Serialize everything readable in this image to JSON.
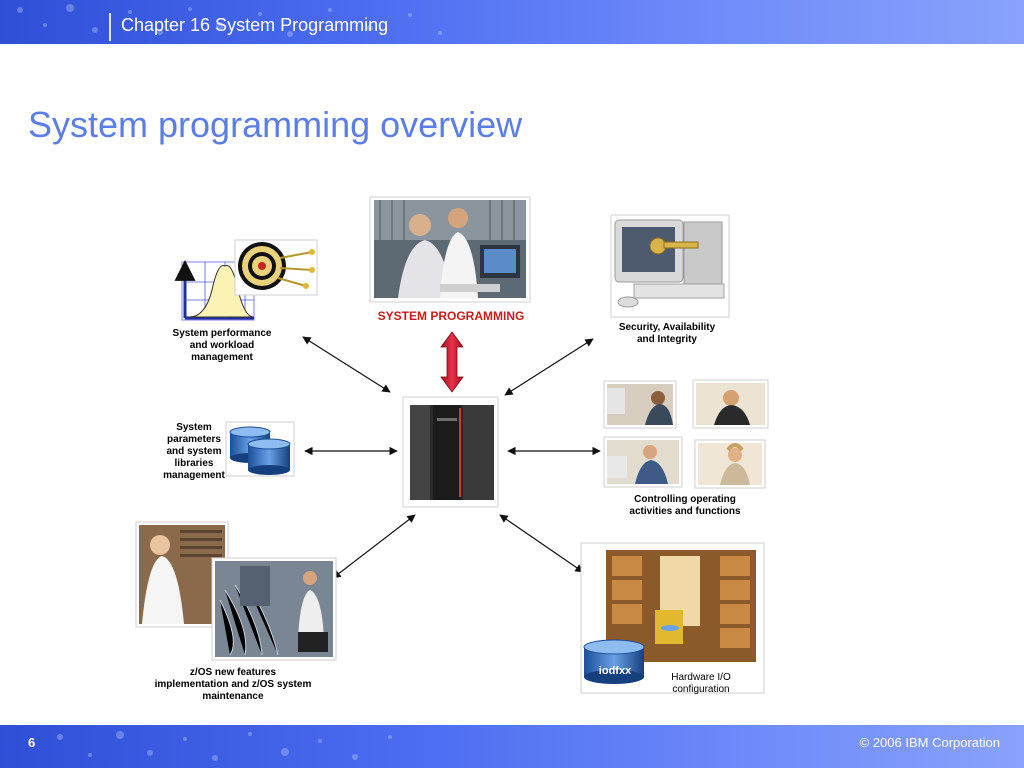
{
  "header": {
    "chapter_title": "Chapter 16 System Programming"
  },
  "slide": {
    "title": "System programming overview"
  },
  "diagram": {
    "center_label": "SYSTEM PROGRAMMING",
    "captions": {
      "performance": [
        "System performance",
        "and workload",
        "management"
      ],
      "security": [
        "Security, Availability",
        "and Integrity"
      ],
      "parameters": [
        "System",
        "parameters",
        "and system",
        "libraries",
        "management"
      ],
      "operating": [
        "Controlling operating",
        "activities and functions"
      ],
      "zos": [
        "z/OS new features",
        "implementation and z/OS system",
        "maintenance"
      ],
      "hardware": [
        "Hardware I/O",
        "configuration"
      ],
      "iodf_label": "iodfxx"
    }
  },
  "footer": {
    "page_number": "6",
    "copyright": "© 2006 IBM Corporation"
  },
  "colors": {
    "brand_blue": "#4b6cf0",
    "title_blue": "#5a7de8",
    "red_accent": "#cc1a1a"
  }
}
